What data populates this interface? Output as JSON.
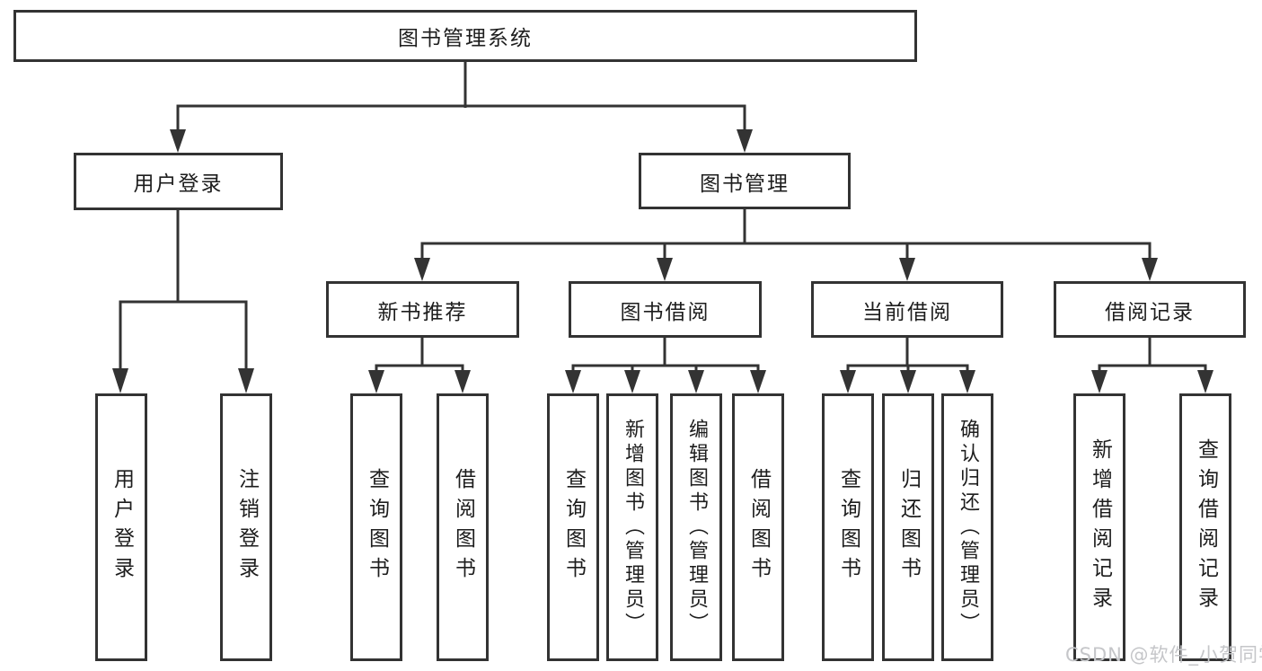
{
  "colors": {
    "line": "#333333",
    "text": "#1d1d1d",
    "background": "#ffffff",
    "watermark": "#c5c6c9"
  },
  "watermark": {
    "text": "CSDN @软件_小贺同学"
  },
  "tree": {
    "label": "图书管理系统",
    "children": [
      {
        "label": "用户登录",
        "children": [
          {
            "label": "用户登录"
          },
          {
            "label": "注销登录"
          }
        ]
      },
      {
        "label": "图书管理",
        "children": [
          {
            "label": "新书推荐",
            "children": [
              {
                "label": "查询图书"
              },
              {
                "label": "借阅图书"
              }
            ]
          },
          {
            "label": "图书借阅",
            "children": [
              {
                "label": "查询图书"
              },
              {
                "label": "新增图书（管理员）"
              },
              {
                "label": "编辑图书（管理员）"
              },
              {
                "label": "借阅图书"
              }
            ]
          },
          {
            "label": "当前借阅",
            "children": [
              {
                "label": "查询图书"
              },
              {
                "label": "归还图书"
              },
              {
                "label": "确认归还（管理员）"
              }
            ]
          },
          {
            "label": "借阅记录",
            "children": [
              {
                "label": "新增借阅记录"
              },
              {
                "label": "查询借阅记录"
              }
            ]
          }
        ]
      }
    ]
  }
}
